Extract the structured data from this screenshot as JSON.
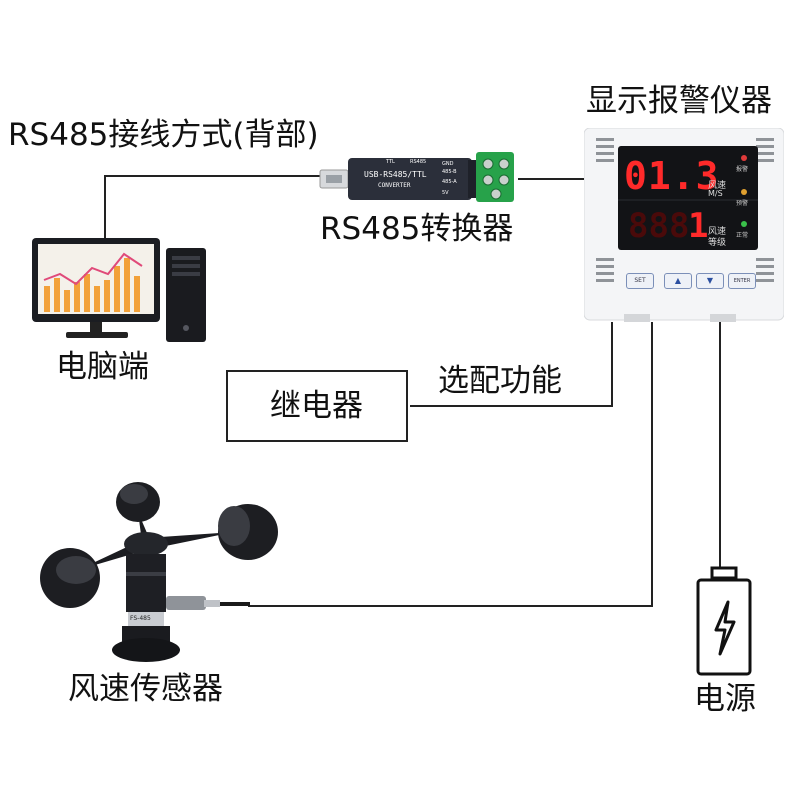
{
  "labels": {
    "rs485_wiring": "RS485接线方式(背部)",
    "display_alarm": "显示报警仪器",
    "rs485_converter": "RS485转换器",
    "pc": "电脑端",
    "relay": "继电器",
    "optional_feature": "选配功能",
    "wind_sensor": "风速传感器",
    "power": "电源"
  },
  "display": {
    "top_digits": "01.3",
    "top_label_1": "风速",
    "top_label_2": "M/S",
    "bottom_digits": "1",
    "bottom_label_1": "风速",
    "bottom_label_2": "等级",
    "ind_1": "报警",
    "ind_2": "预警",
    "ind_3": "正常",
    "buttons": [
      "SET",
      "▲",
      "▼",
      "ENTER"
    ]
  },
  "converter": {
    "text_1": "USB-RS485/TTL",
    "text_2": "CONVERTER",
    "top_1": "TTL",
    "top_2": "RS485",
    "pins": [
      "GND",
      "485-B",
      "485-A",
      "5V"
    ]
  },
  "sensor": {
    "tag": "FS-485"
  },
  "colors": {
    "led_red": "#ff2a2a",
    "led_dim": "#4a0a0a",
    "device_body": "#f4f5f7",
    "wire": "#222222"
  }
}
